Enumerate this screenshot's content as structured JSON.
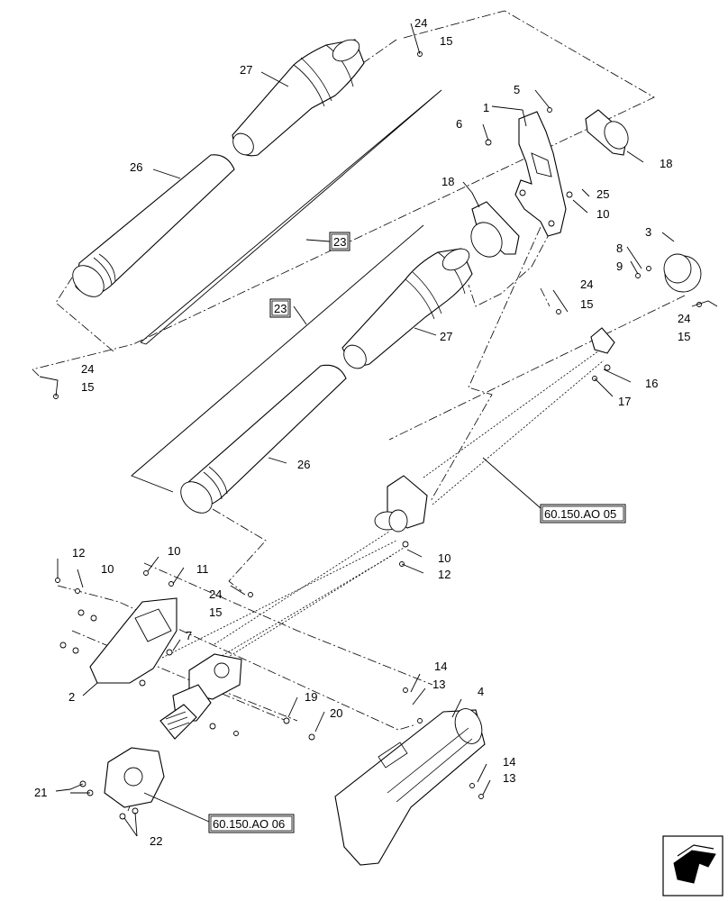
{
  "callouts": {
    "c24a": "24",
    "c15a": "15",
    "c27a": "27",
    "c26a": "26",
    "c5": "5",
    "c1": "1",
    "c6": "6",
    "c18a": "18",
    "c18b": "18",
    "c25": "25",
    "c10a": "10",
    "c3": "3",
    "c8": "8",
    "c9": "9",
    "c24b": "24",
    "c15b": "15",
    "c24c": "24",
    "c15c": "15",
    "c27b": "27",
    "c26b": "26",
    "c24d": "24",
    "c15d": "15",
    "c16": "16",
    "c17": "17",
    "c10b": "10",
    "c12a": "12",
    "c12b": "12",
    "c10c": "10",
    "c10d": "10",
    "c11": "11",
    "c24e": "24",
    "c15e": "15",
    "c7": "7",
    "c2": "2",
    "c14a": "14",
    "c13a": "13",
    "c4": "4",
    "c19": "19",
    "c20": "20",
    "c14b": "14",
    "c13b": "13",
    "c21": "21",
    "c22": "22"
  },
  "refs": {
    "r23a": "23",
    "r23b": "23",
    "r_ao05": "60.150.AO 05",
    "r_ao06": "60.150.AO 06"
  },
  "nav_icon": "arrow-icon"
}
